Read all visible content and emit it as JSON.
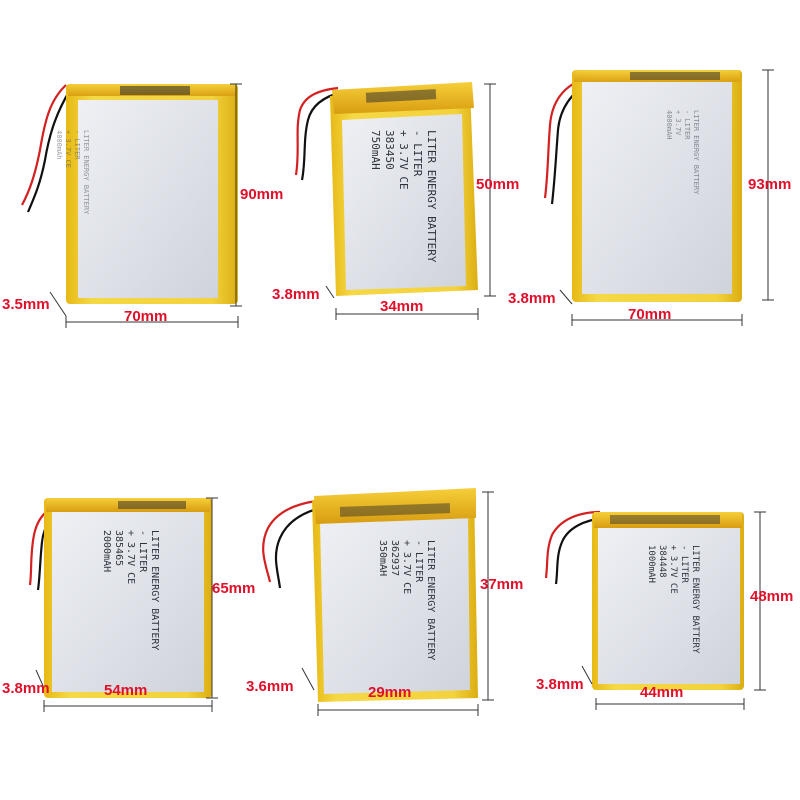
{
  "colors": {
    "dimension_text": "#e0102a",
    "pouch_yellow": "#f3d23c",
    "label_silver": "#e3e5ea",
    "label_text": "#3a3e48",
    "wire_red": "#d42020",
    "wire_black": "#111111"
  },
  "batteries": [
    {
      "height": "90mm",
      "width": "70mm",
      "thickness": "3.5mm",
      "label_lines": [
        "LITER ENERGY BATTERY",
        "- LITER",
        "+ 3.7V CE",
        "4000mAh"
      ],
      "label_legible": false
    },
    {
      "height": "50mm",
      "width": "34mm",
      "thickness": "3.8mm",
      "label_lines": [
        "LITER ENERGY BATTERY",
        "- LITER",
        "+ 3.7V CE",
        "383450",
        "750mAH"
      ],
      "label_legible": true
    },
    {
      "height": "93mm",
      "width": "70mm",
      "thickness": "3.8mm",
      "label_lines": [
        "LITER ENERGY BATTERY",
        "- LITER",
        "+ 3.7V",
        "4000mAH"
      ],
      "label_legible": false
    },
    {
      "height": "65mm",
      "width": "54mm",
      "thickness": "3.8mm",
      "label_lines": [
        "LITER ENERGY BATTERY",
        "- LITER",
        "+ 3.7V CE",
        "385465",
        "2000mAH"
      ],
      "label_legible": true
    },
    {
      "height": "37mm",
      "width": "29mm",
      "thickness": "3.6mm",
      "label_lines": [
        "LITER ENERGY BATTERY",
        "- LITER",
        "+ 3.7V CE",
        "362937",
        "350mAH"
      ],
      "label_legible": true
    },
    {
      "height": "48mm",
      "width": "44mm",
      "thickness": "3.8mm",
      "label_lines": [
        "LITER ENERGY BATTERY",
        "- LITER",
        "+ 3.7V CE",
        "384448",
        "1000mAH"
      ],
      "label_legible": true
    }
  ]
}
